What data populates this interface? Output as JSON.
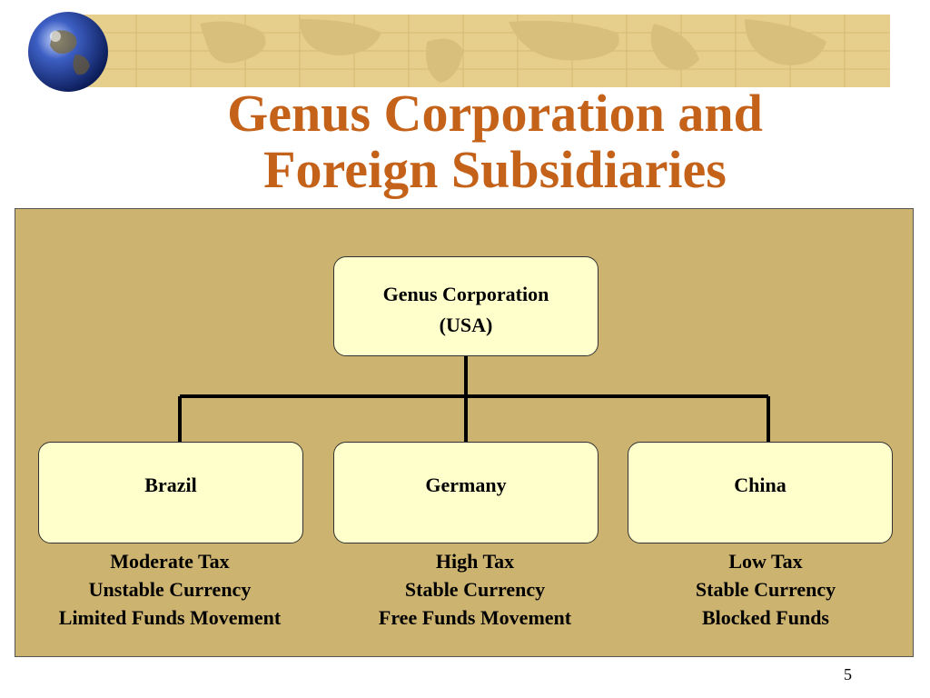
{
  "slide": {
    "title_line1": "Genus Corporation and",
    "title_line2": "Foreign Subsidiaries",
    "page_number": "5"
  },
  "org_chart": {
    "root": {
      "line1": "Genus Corporation",
      "line2": "(USA)"
    },
    "subsidiaries": [
      {
        "name": "Brazil",
        "attributes": [
          "Moderate Tax",
          "Unstable Currency",
          "Limited Funds Movement"
        ]
      },
      {
        "name": "Germany",
        "attributes": [
          "High Tax",
          "Stable Currency",
          "Free Funds Movement"
        ]
      },
      {
        "name": "China",
        "attributes": [
          "Low Tax",
          "Stable Currency",
          "Blocked Funds"
        ]
      }
    ]
  },
  "colors": {
    "title": "#c5621a",
    "panel": "#cdb370",
    "box_fill": "#ffffcc",
    "banner": "#e6cf8c"
  },
  "icons": {
    "header": "globe-icon",
    "background": "world-map-banner"
  }
}
